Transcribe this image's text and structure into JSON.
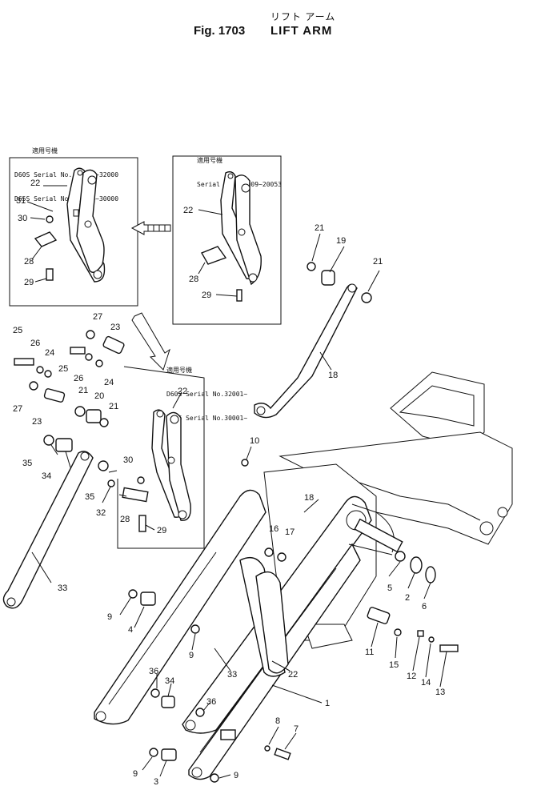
{
  "header": {
    "title_jp": "リフト アーム",
    "fig_label": "Fig. 1703",
    "title_en": "LIFT ARM"
  },
  "notes": {
    "left": {
      "jp": "適用号機",
      "line1": "D60S Serial No. 20064~32000",
      "line2": "D65S Serial No. 20094~30000"
    },
    "right": {
      "jp": "適用号機",
      "line1": "Serial No. 20009~20053"
    },
    "center": {
      "jp": "適用号機",
      "line1": "D60S Serial No.32001~",
      "line2": "D65S Serial No.30001~"
    }
  },
  "callouts": [
    {
      "id": "c-22-a",
      "text": "22"
    },
    {
      "id": "c-31",
      "text": "31"
    },
    {
      "id": "c-30-a",
      "text": "30"
    },
    {
      "id": "c-28-a",
      "text": "28"
    },
    {
      "id": "c-29-a",
      "text": "29"
    },
    {
      "id": "c-22-b",
      "text": "22"
    },
    {
      "id": "c-28-b",
      "text": "28"
    },
    {
      "id": "c-29-b",
      "text": "29"
    },
    {
      "id": "c-21-a",
      "text": "21"
    },
    {
      "id": "c-19",
      "text": "19"
    },
    {
      "id": "c-21-b",
      "text": "21"
    },
    {
      "id": "c-18-a",
      "text": "18"
    },
    {
      "id": "c-25-a",
      "text": "25"
    },
    {
      "id": "c-26-a",
      "text": "26"
    },
    {
      "id": "c-24-a",
      "text": "24"
    },
    {
      "id": "c-27-a",
      "text": "27"
    },
    {
      "id": "c-23-a",
      "text": "23"
    },
    {
      "id": "c-25-b",
      "text": "25"
    },
    {
      "id": "c-26-b",
      "text": "26"
    },
    {
      "id": "c-24-b",
      "text": "24"
    },
    {
      "id": "c-27-b",
      "text": "27"
    },
    {
      "id": "c-21-c",
      "text": "21"
    },
    {
      "id": "c-20",
      "text": "20"
    },
    {
      "id": "c-21-d",
      "text": "21"
    },
    {
      "id": "c-23-b",
      "text": "23"
    },
    {
      "id": "c-22-c",
      "text": "22"
    },
    {
      "id": "c-35-a",
      "text": "35"
    },
    {
      "id": "c-34-a",
      "text": "34"
    },
    {
      "id": "c-35-b",
      "text": "35"
    },
    {
      "id": "c-32",
      "text": "32"
    },
    {
      "id": "c-30-b",
      "text": "30"
    },
    {
      "id": "c-28-c",
      "text": "28"
    },
    {
      "id": "c-29-c",
      "text": "29"
    },
    {
      "id": "c-33-a",
      "text": "33"
    },
    {
      "id": "c-10",
      "text": "10"
    },
    {
      "id": "c-18-b",
      "text": "18"
    },
    {
      "id": "c-16",
      "text": "16"
    },
    {
      "id": "c-17",
      "text": "17"
    },
    {
      "id": "c-5",
      "text": "5"
    },
    {
      "id": "c-2",
      "text": "2"
    },
    {
      "id": "c-6",
      "text": "6"
    },
    {
      "id": "c-9-a",
      "text": "9"
    },
    {
      "id": "c-4",
      "text": "4"
    },
    {
      "id": "c-9-b",
      "text": "9"
    },
    {
      "id": "c-33-b",
      "text": "33"
    },
    {
      "id": "c-22-d",
      "text": "22"
    },
    {
      "id": "c-11",
      "text": "11"
    },
    {
      "id": "c-15",
      "text": "15"
    },
    {
      "id": "c-12",
      "text": "12"
    },
    {
      "id": "c-14",
      "text": "14"
    },
    {
      "id": "c-13",
      "text": "13"
    },
    {
      "id": "c-36-a",
      "text": "36"
    },
    {
      "id": "c-34-b",
      "text": "34"
    },
    {
      "id": "c-36-b",
      "text": "36"
    },
    {
      "id": "c-1",
      "text": "1"
    },
    {
      "id": "c-8",
      "text": "8"
    },
    {
      "id": "c-7",
      "text": "7"
    },
    {
      "id": "c-9-c",
      "text": "9"
    },
    {
      "id": "c-3",
      "text": "3"
    },
    {
      "id": "c-9-d",
      "text": "9"
    }
  ]
}
